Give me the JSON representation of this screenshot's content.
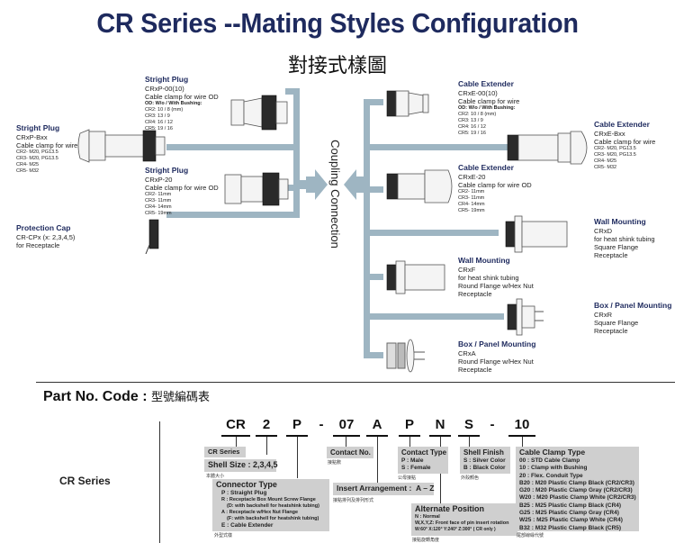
{
  "header": {
    "title": "CR Series --Mating Styles Configuration",
    "subtitle": "對接式樣圖"
  },
  "center_label": "Coupling Connection",
  "colors": {
    "title": "#1e2a5e",
    "connector_bar": "#9eb5c2",
    "code_box": "#cfcfcf"
  },
  "left_items": [
    {
      "title": "Stright Plug",
      "model": "CRxP-Bxx",
      "desc": "Cable clamp for wire",
      "lines": [
        "CR2- M20, PG13.5",
        "CR3- M20, PG13.5",
        "CR4- M25",
        "CR5- M32"
      ]
    },
    {
      "title": "Stright Plug",
      "model": "CRxP-00(10)",
      "desc": "Cable clamp for wire OD",
      "bold_line": "OD: W/o / With Bushing:",
      "lines": [
        "CR2: 10 / 8   (mm)",
        "CR3: 13 / 9",
        "CR4: 16 / 12",
        "CR5: 19 / 16"
      ]
    },
    {
      "title": "Stright Plug",
      "model": "CRxP-20",
      "desc": "Cable clamp for wire OD",
      "lines": [
        "CR2- 11mm",
        "CR3- 11mm",
        "CR4- 14mm",
        "CR5- 19mm"
      ]
    },
    {
      "title": "Protection Cap",
      "model": "CR-CPx (x: 2,3,4,5)",
      "desc": "for Receptacle"
    }
  ],
  "right_items": [
    {
      "title": "Cable Extender",
      "model": "CRxE-00(10)",
      "desc": "Cable clamp for wire",
      "bold_line": "OD: W/o / With Bushing:",
      "lines": [
        "CR2: 10 / 8   (mm)",
        "CR3: 13 / 9",
        "CR4: 16 / 12",
        "CR5: 19 / 16"
      ]
    },
    {
      "title": "Cable Extender",
      "model": "CRxE-Bxx",
      "desc": "Cable clamp for wire",
      "lines": [
        "CR2- M20, PG13.5",
        "CR3- M20, PG13.5",
        "CR4- M25",
        "CR5- M32"
      ]
    },
    {
      "title": "Cable Extender",
      "model": "CRxE-20",
      "desc": "Cable clamp for wire  OD",
      "lines": [
        "CR2- 11mm",
        "CR3- 11mm",
        "CR4- 14mm",
        "CR5- 19mm"
      ]
    },
    {
      "title": "Wall Mounting",
      "model": "CRxD",
      "desc": "for heat shink tubing",
      "lines2": [
        "Square Flange",
        "Receptacle"
      ]
    },
    {
      "title": "Wall Mounting",
      "model": "CRxF",
      "desc": "for heat shink tubing",
      "lines2": [
        "Round Flange w/Hex Nut",
        "Receptacle"
      ]
    },
    {
      "title": "Box / Panel Mounting",
      "model": "CRxR",
      "desc": "Square Flange",
      "lines2": [
        "Receptacle"
      ]
    },
    {
      "title": "Box / Panel Mounting",
      "model": "CRxA",
      "desc": "Round Flange w/Hex Nut",
      "lines2": [
        "Receptacle"
      ]
    }
  ],
  "part_code": {
    "heading": "Part No. Code :",
    "heading_zh": "型號編碼表",
    "series_label": "CR Series",
    "segments": [
      "CR",
      "2",
      "P",
      "-",
      "07",
      "A",
      "P",
      "N",
      "S",
      "-",
      "10"
    ],
    "cr_series": "CR Series",
    "shell_size": "Shell Size : 2,3,4,5",
    "shell_size_zh": "本體大小",
    "connector_type": {
      "title": "Connector Type",
      "lines": [
        "P : Straight Plug",
        "R : Receptacle Box Mount Screw Flange",
        "(D: with backshell for heatshink tubing)",
        "A : Receptacle w/Hex Nut Flange",
        "(F: with backshell for heatshink tubing)",
        "E : Cable Extender"
      ],
      "zh": "外型式樣"
    },
    "contact_no": {
      "title": "Contact No.",
      "zh": "接點數"
    },
    "insert_arrangement": {
      "title": "Insert Arrangement :",
      "value": "A – Z",
      "zh": "接點排列及排列形式"
    },
    "contact_type": {
      "title": "Contact Type",
      "lines": [
        "P : Male",
        "S : Female"
      ],
      "zh": "公母接點"
    },
    "alternate_position": {
      "title": "Alternate Position",
      "lines": [
        "N : Normal",
        "W,X,Y,Z: Front face of pin insert rotation",
        "W:60°  X:120°  Y:240°  Z:300°  ( CR only )"
      ],
      "zh": "接點旋轉角度"
    },
    "shell_finish": {
      "title": "Shell Finish",
      "lines": [
        "S : Silver Color",
        "B : Black Color"
      ],
      "zh": "外殼顏色"
    },
    "cable_clamp": {
      "title": "Cable Clamp Type",
      "lines": [
        "00   : STD Cable Clamp",
        "10   : Clamp with Bushing",
        "20   : Flex. Conduit Type",
        "B20 : M20 Plastic Clamp Black (CR2/CR3)",
        "G20 : M20 Plastic Clamp Gray (CR2/CR3)",
        "W20 : M20 Plastic Clamp White (CR2/CR3)",
        "B25  : M25 Plastic Clamp Black (CR4)",
        "G25 : M25 Plastic Clamp Gray (CR4)",
        "W25 : M25 Plastic Clamp White (CR4)",
        "B32  : M32 Plastic Clamp Black (CR5)"
      ],
      "zh": "尾部線緣代號"
    }
  }
}
